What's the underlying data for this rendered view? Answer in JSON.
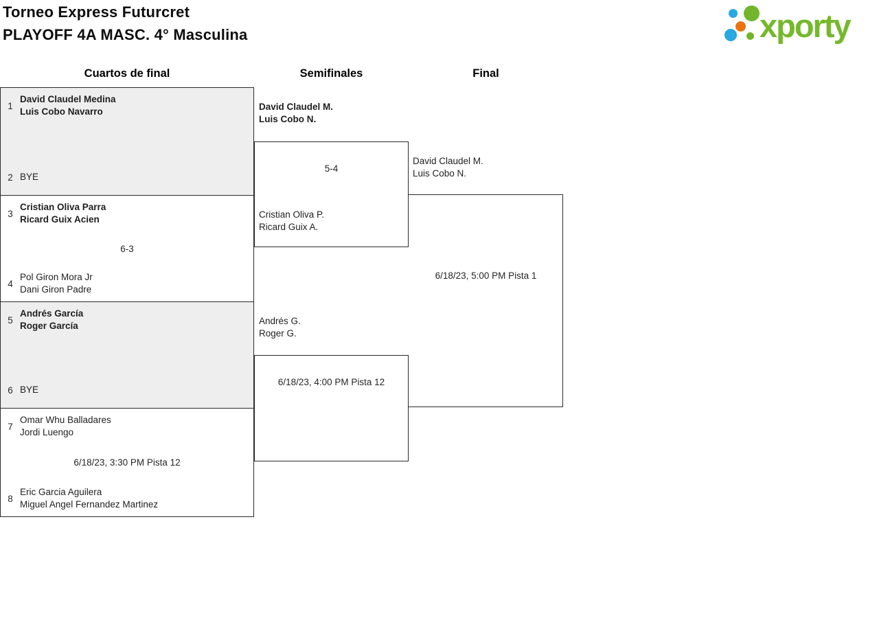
{
  "header": {
    "title_line1": "Torneo Express Futurcret",
    "title_line2": "PLAYOFF 4A MASC. 4° Masculina",
    "logo": {
      "wordmark": "xporty",
      "dot_colors": {
        "blue": "#29a9e1",
        "green": "#72b52c",
        "orange": "#e87511"
      },
      "wordmark_color": "#76b82d"
    }
  },
  "colors": {
    "bracket_line": "#2b2b2b",
    "shaded_box": "#eeeeee",
    "text": "#1f1f1f",
    "background": "#ffffff"
  },
  "bracket": {
    "rounds": [
      {
        "label": "Cuartos de final"
      },
      {
        "label": "Semifinales"
      },
      {
        "label": "Final"
      }
    ],
    "quarterfinals": [
      {
        "seed_top": "1",
        "team_top": [
          "David Claudel Medina",
          "Luis Cobo Navarro"
        ],
        "top_bold": true,
        "center": "",
        "seed_bottom": "2",
        "team_bottom": [
          "BYE"
        ],
        "bottom_bold": false,
        "shaded": true
      },
      {
        "seed_top": "3",
        "team_top": [
          "Cristian Oliva Parra",
          "Ricard Guix Acien"
        ],
        "top_bold": true,
        "center": "6-3",
        "seed_bottom": "4",
        "team_bottom": [
          "Pol Giron Mora Jr",
          "Dani Giron Padre"
        ],
        "bottom_bold": false,
        "shaded": false
      },
      {
        "seed_top": "5",
        "team_top": [
          "Andrés García",
          "Roger García"
        ],
        "top_bold": true,
        "center": "",
        "seed_bottom": "6",
        "team_bottom": [
          "BYE"
        ],
        "bottom_bold": false,
        "shaded": true
      },
      {
        "seed_top": "7",
        "team_top": [
          "Omar Whu Balladares",
          "Jordi Luengo"
        ],
        "top_bold": false,
        "center": "6/18/23, 3:30 PM Pista 12",
        "seed_bottom": "8",
        "team_bottom": [
          "Eric Garcia Aguilera",
          "Miguel Angel Fernandez Martinez"
        ],
        "bottom_bold": false,
        "shaded": false
      }
    ],
    "semifinals": [
      {
        "team_top": [
          "David Claudel M.",
          "Luis Cobo N."
        ],
        "top_bold": true,
        "center": "5-4",
        "team_bottom": [
          "Cristian Oliva P.",
          "Ricard Guix A."
        ],
        "bottom_bold": false
      },
      {
        "team_top": [
          "Andrés G.",
          "Roger G."
        ],
        "top_bold": false,
        "center": "6/18/23, 4:00 PM Pista 12",
        "team_bottom": []
      }
    ],
    "final": {
      "team_top": [
        "David Claudel M.",
        "Luis Cobo N."
      ],
      "top_bold": false,
      "center": "6/18/23, 5:00 PM Pista 1"
    }
  }
}
